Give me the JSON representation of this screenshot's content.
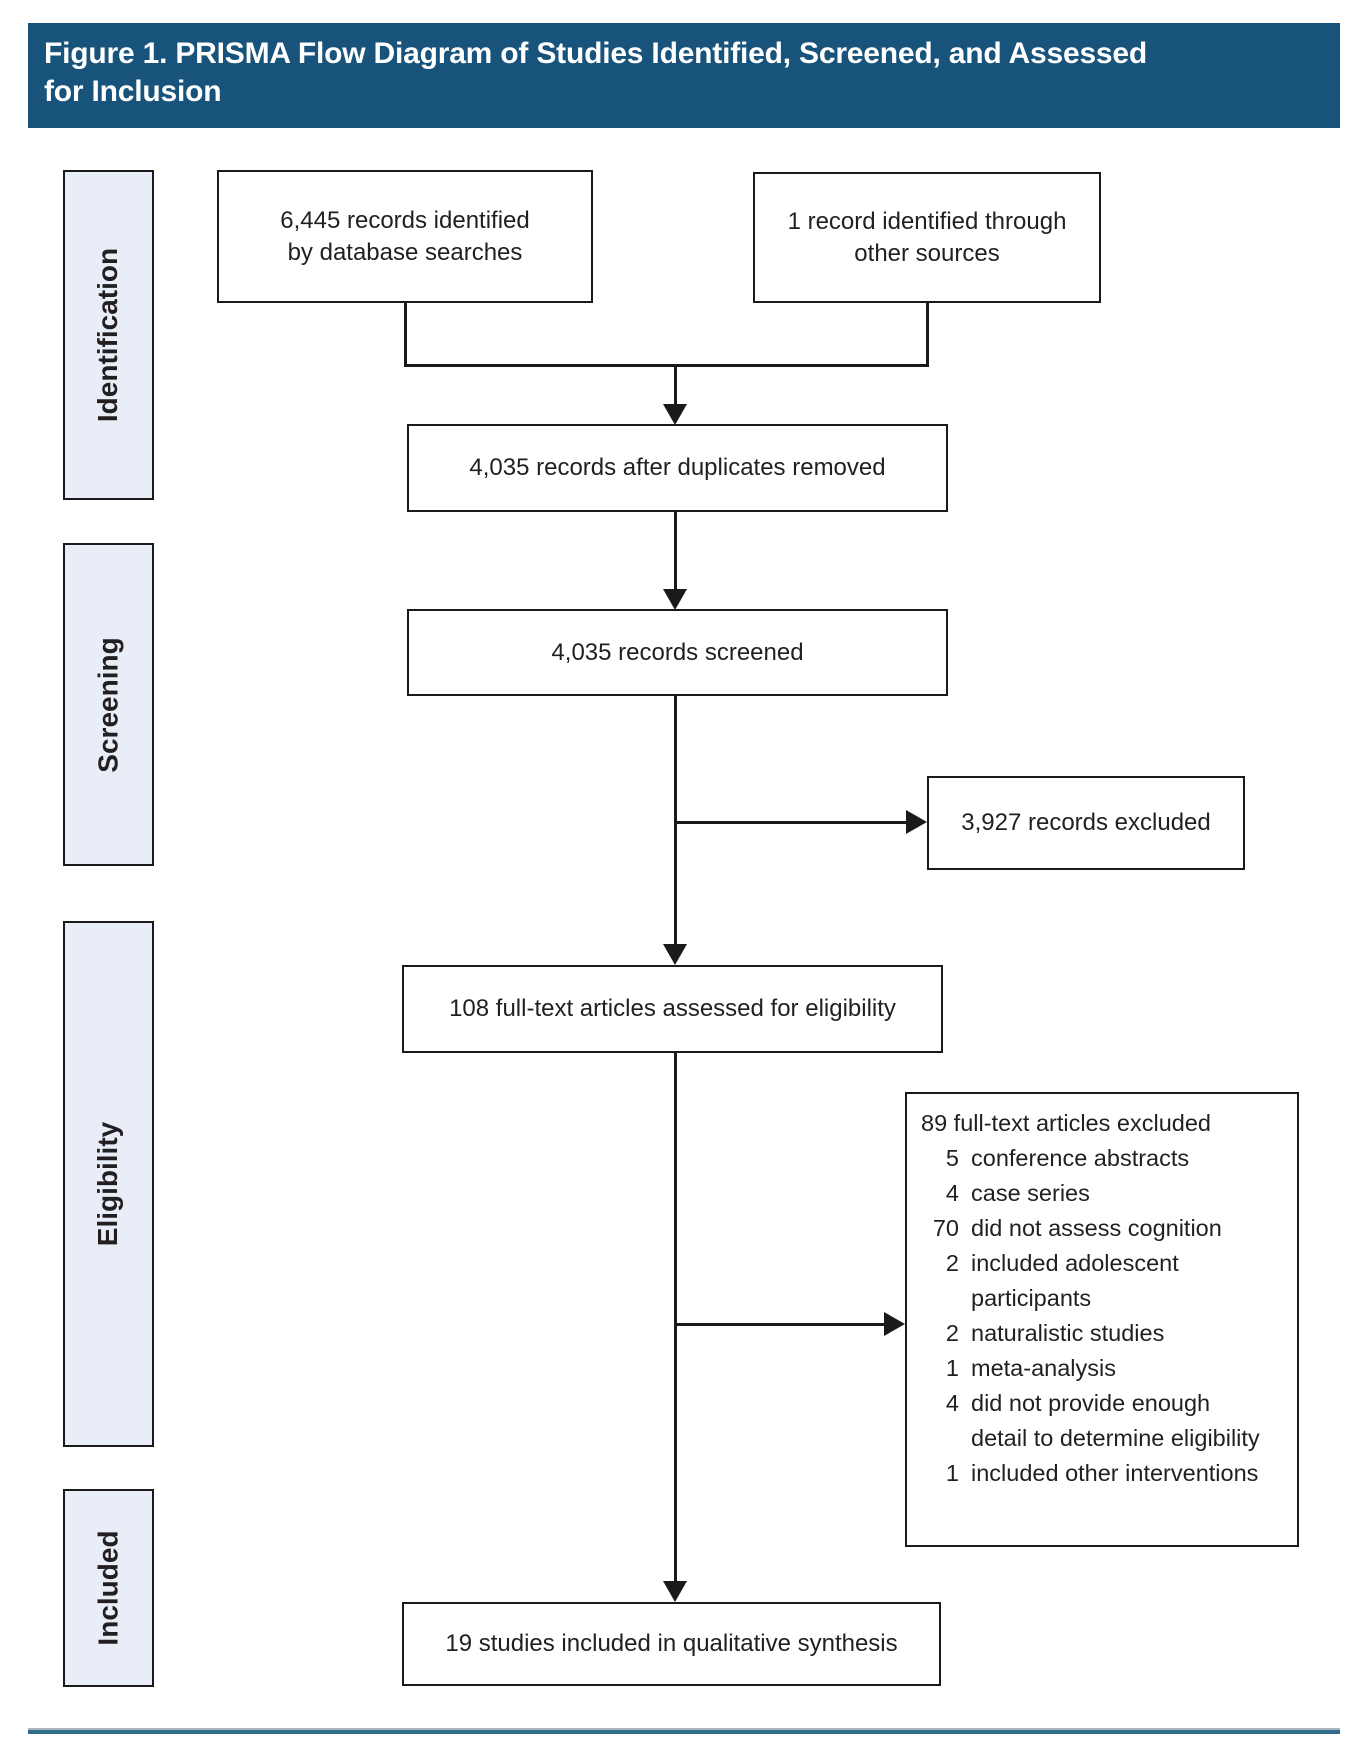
{
  "header": {
    "title_line1": "Figure 1. PRISMA Flow Diagram of Studies Identified, Screened, and Assessed",
    "title_line2": "for Inclusion"
  },
  "stages": {
    "identification": "Identification",
    "screening": "Screening",
    "eligibility": "Eligibility",
    "included": "Included"
  },
  "boxes": {
    "records_identified": {
      "line1": "6,445 records identified",
      "line2": "by database searches"
    },
    "other_sources": {
      "line1": "1 record identified through",
      "line2": "other sources"
    },
    "after_duplicates": "4,035 records after duplicates removed",
    "screened": "4,035 records screened",
    "records_excluded": "3,927 records excluded",
    "fulltext_assessed": "108 full-text articles assessed for eligibility",
    "included_synthesis": "19 studies included in qualitative synthesis"
  },
  "exclusion_box": {
    "title": "89 full-text articles excluded",
    "items": [
      {
        "count": "5",
        "reason": "conference abstracts"
      },
      {
        "count": "4",
        "reason": "case series"
      },
      {
        "count": "70",
        "reason": "did not assess cognition"
      },
      {
        "count": "2",
        "reason": "included adolescent participants"
      },
      {
        "count": "2",
        "reason": "naturalistic studies"
      },
      {
        "count": "1",
        "reason": "meta-analysis"
      },
      {
        "count": "4",
        "reason": "did not provide enough detail to determine eligibility"
      },
      {
        "count": "1",
        "reason": "included other interventions"
      }
    ]
  },
  "colors": {
    "header_bg": "#17537a",
    "header_text": "#ffffff",
    "stage_fill": "#e9edf8",
    "box_border": "#1a1a1a",
    "text": "#231f20",
    "footer_rule": "#2f6d8c"
  }
}
